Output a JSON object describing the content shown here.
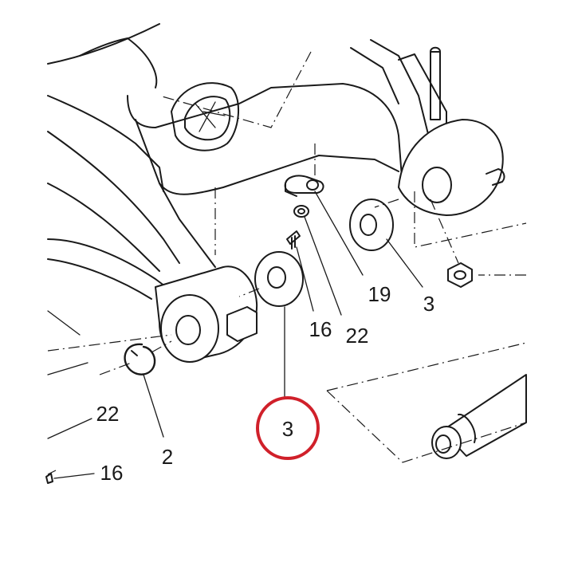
{
  "callouts": {
    "c19": "19",
    "c3_right": "3",
    "c16": "16",
    "c22": "22",
    "c3_highlight": "3",
    "c22_left": "22",
    "c2": "2",
    "c16_left": "16"
  },
  "colors": {
    "line": "#1a1a1a",
    "highlight": "#d0202a",
    "background": "#ffffff"
  }
}
